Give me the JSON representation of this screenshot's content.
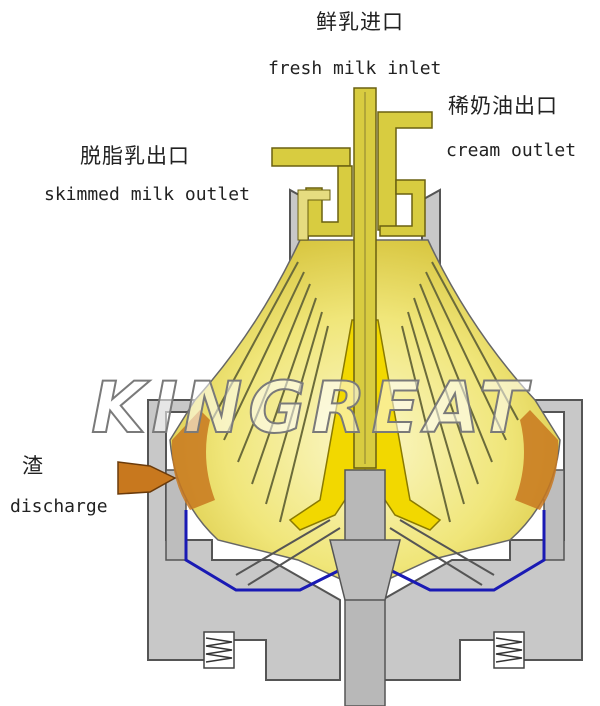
{
  "labels": {
    "milk_inlet_cn": "鲜乳进口",
    "milk_inlet_en": "fresh milk inlet",
    "cream_outlet_cn": "稀奶油出口",
    "cream_outlet_en": "cream outlet",
    "skimmed_outlet_cn": "脱脂乳出口",
    "skimmed_outlet_en": "skimmed milk outlet",
    "discharge_cn": "渣",
    "discharge_en": "discharge"
  },
  "watermark": "KINGREAT",
  "colors": {
    "housing": "#c8c8c8",
    "housing_outline": "#555555",
    "milk_yellow": "#f2ea8c",
    "cream_yellow": "#f2d800",
    "pipe_yellow": "#d8cc40",
    "sludge_orange": "#c8781e",
    "water_blue": "#1a1ab4",
    "spindle_grey": "#b8b8b8"
  }
}
